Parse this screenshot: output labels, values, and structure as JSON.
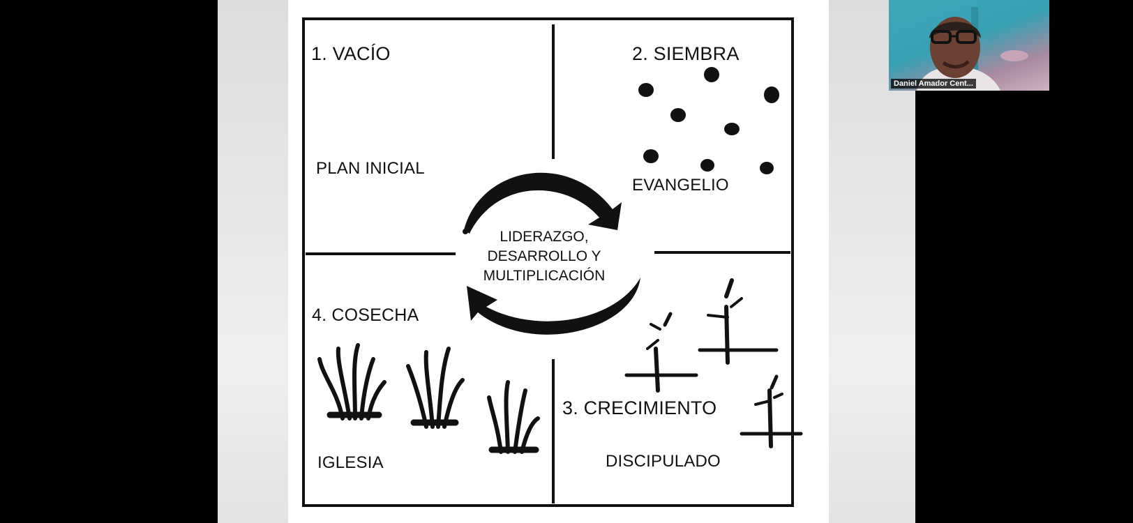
{
  "slide": {
    "quadrants": {
      "q1": {
        "title": "1. VACÍO",
        "subtitle": "PLAN INICIAL"
      },
      "q2": {
        "title": "2. SIEMBRA",
        "subtitle": "EVANGELIO"
      },
      "q3": {
        "title": "3. CRECIMIENTO",
        "subtitle": "DISCIPULADO"
      },
      "q4": {
        "title": "4. COSECHA",
        "subtitle": "IGLESIA"
      }
    },
    "center": {
      "line1": "LIDERAZGO,",
      "line2": "DESARROLLO Y",
      "line3": "MULTIPLICACIÓN"
    }
  },
  "video": {
    "participant_name": "Daniel Amador Cent..."
  },
  "colors": {
    "ink": "#111111",
    "slide_bg": "#ffffff",
    "letterbox": "#000000",
    "video_bg": "#3ea7b8"
  },
  "icons": [
    "seed-icon",
    "sprout-icon",
    "wheat-icon",
    "cycle-arrow-icon"
  ]
}
